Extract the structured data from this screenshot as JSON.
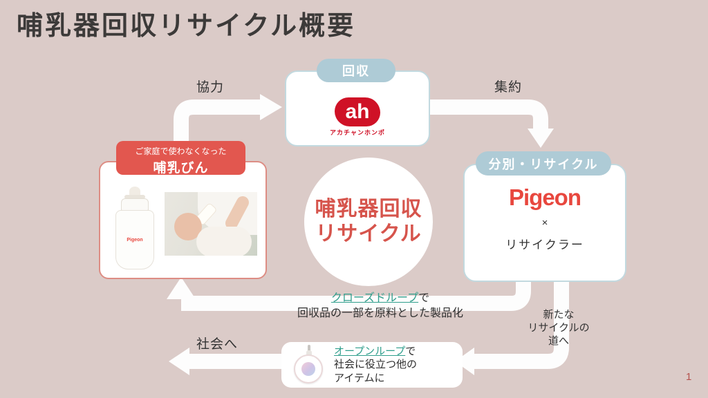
{
  "slide": {
    "title": "哺乳器回収リサイクル概要",
    "page_number": "1"
  },
  "colors": {
    "background": "#dbcbc8",
    "accent_red": "#e2574f",
    "ah_logo_red": "#cf1126",
    "pigeon_red": "#e8473e",
    "pill_blue": "#aecbd6",
    "link_teal": "#2f9e8c",
    "arrow_white": "#fdfdfd",
    "center_text_red": "#d6544c"
  },
  "collection": {
    "label": "回収",
    "logo": "ah",
    "logo_caption": "アカチャンホンポ"
  },
  "home": {
    "header_line1": "ご家庭で使わなくなった",
    "header_line2": "哺乳びん",
    "bottle_brand": "Pigeon"
  },
  "center": {
    "line1": "哺乳器回収",
    "line2": "リサイクル"
  },
  "sorting": {
    "label": "分別・リサイクル",
    "company": "Pigeon",
    "cross": "×",
    "partner": "リサイクラー"
  },
  "labels": {
    "cooperation": "協力",
    "aggregation": "集約",
    "to_society": "社会へ"
  },
  "closed_loop": {
    "link": "クローズドループ",
    "suffix": "で",
    "description": "回収品の一部を原料とした製品化"
  },
  "open_loop": {
    "link": "オープンループ",
    "suffix": "で",
    "line2": "社会に役立つ他の",
    "line3": "アイテムに"
  },
  "new_path": {
    "line1": "新たな",
    "line2": "リサイクルの",
    "line3": "道へ"
  }
}
